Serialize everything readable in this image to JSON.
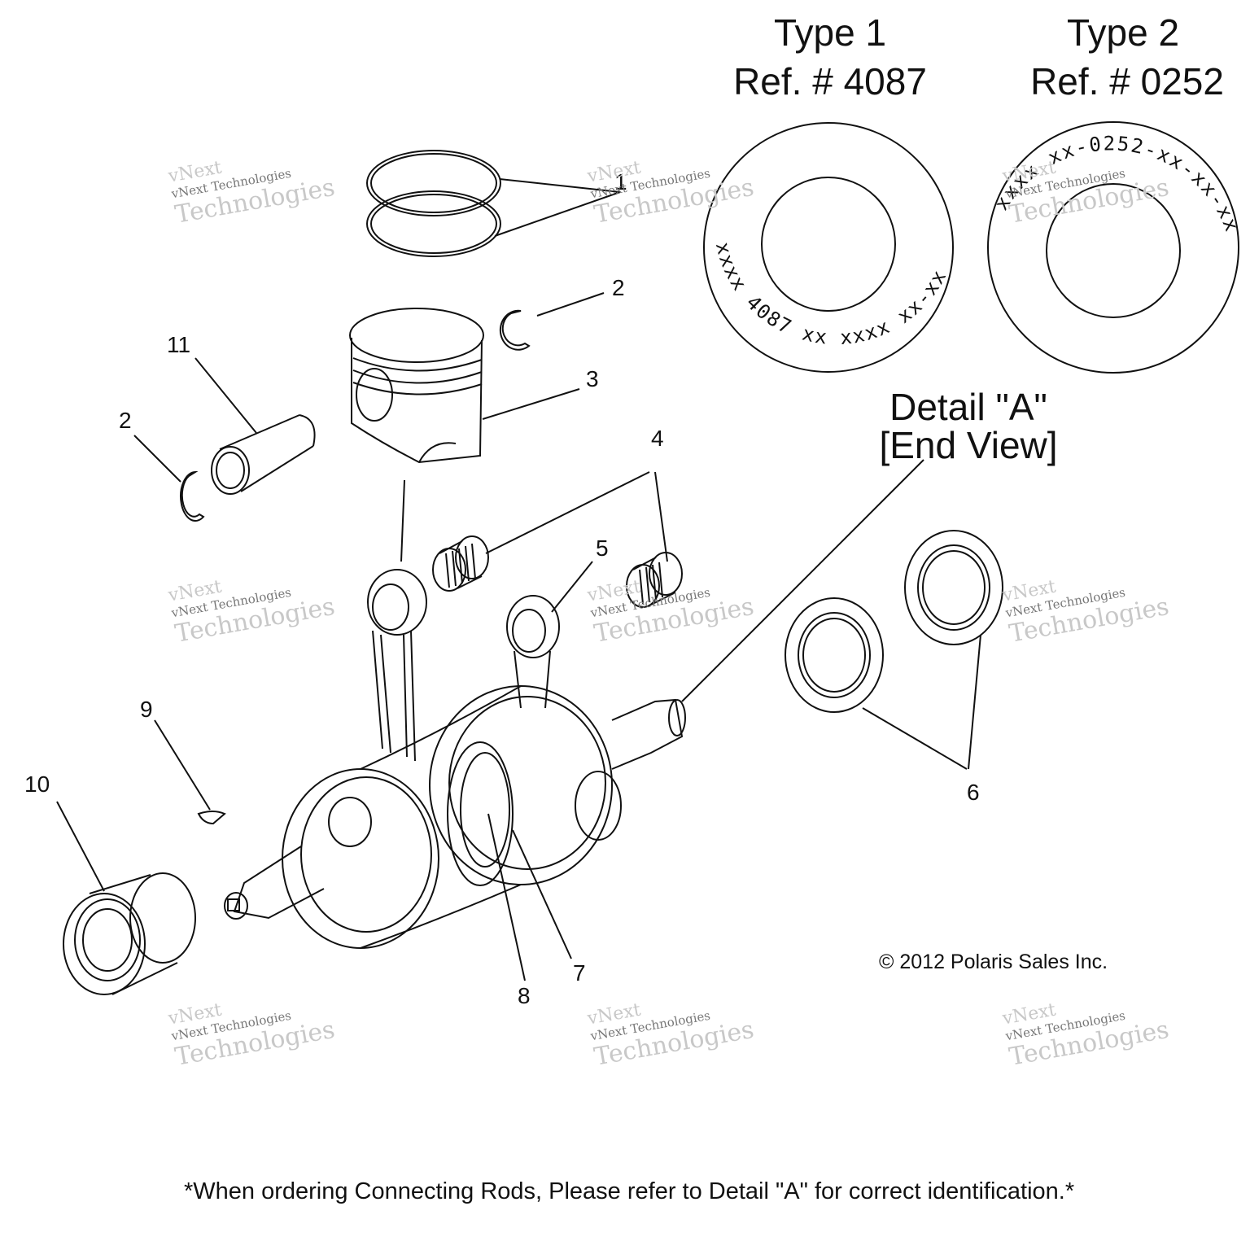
{
  "header": {
    "type1_title": "Type 1",
    "type1_ref": "Ref. # 4087",
    "type2_title": "Type 2",
    "type2_ref": "Ref. # 0252",
    "detail_title": "Detail \"A\"",
    "detail_sub": "[End View]"
  },
  "markings": {
    "type1": "xxxx 4087 xx xxxx xx-xx",
    "type2": "xxxx xx-0252-xx-xx-xx"
  },
  "callouts": [
    "1",
    "2",
    "2",
    "3",
    "4",
    "5",
    "6",
    "7",
    "8",
    "9",
    "10",
    "11"
  ],
  "watermark": {
    "line1": "vNext",
    "line2": "vNext Technologies",
    "line3": "Technologies"
  },
  "copyright": "© 2012 Polaris Sales Inc.",
  "footer_note": "*When ordering Connecting Rods, Please refer to Detail \"A\" for correct identification.*"
}
